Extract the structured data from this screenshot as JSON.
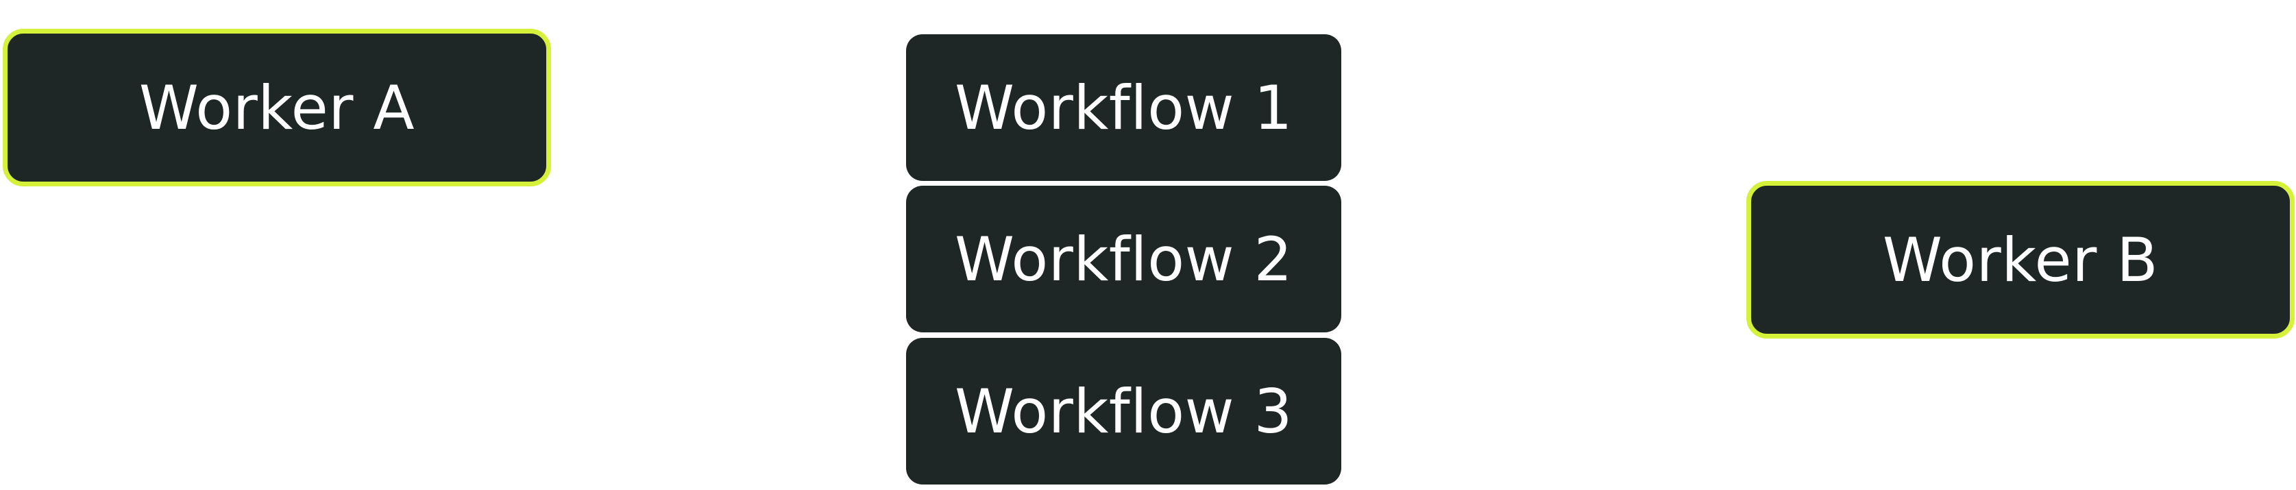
{
  "diagram": {
    "workers": [
      {
        "id": "worker-a",
        "label": "Worker A"
      },
      {
        "id": "worker-b",
        "label": "Worker B"
      }
    ],
    "workflows": [
      {
        "id": "workflow-1",
        "label": "Workflow 1"
      },
      {
        "id": "workflow-2",
        "label": "Workflow 2"
      },
      {
        "id": "workflow-3",
        "label": "Workflow 3"
      }
    ],
    "colors": {
      "node_fill": "#1f2726",
      "worker_border": "#d6f13a",
      "text": "#ffffff"
    }
  }
}
